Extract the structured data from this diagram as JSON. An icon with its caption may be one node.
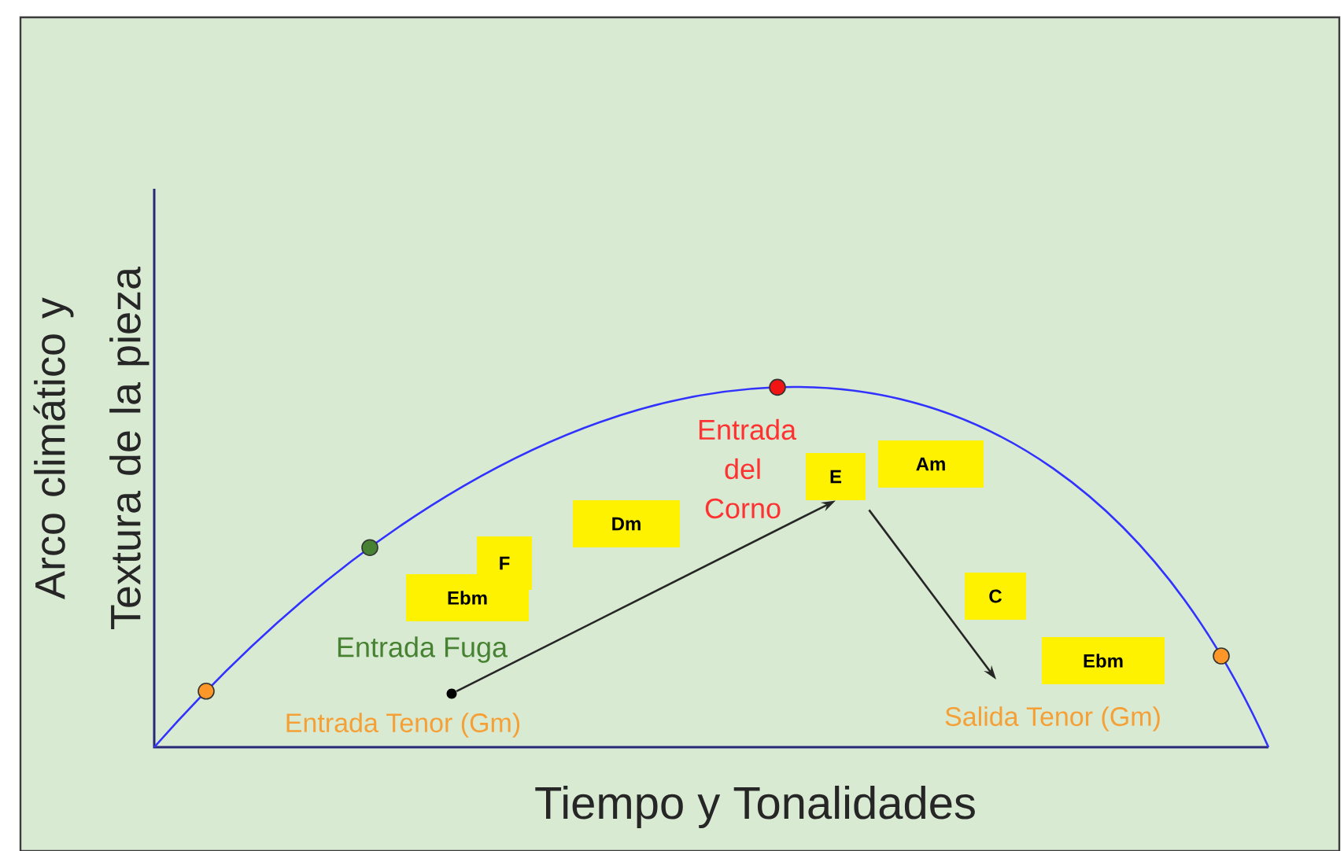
{
  "diagram": {
    "nodes": [
      {
        "text": [
          "F"
        ]
      },
      {
        "text": [
          "Ebm"
        ]
      },
      {
        "text": [
          "Dm"
        ]
      },
      {
        "text": [
          "E"
        ]
      },
      {
        "text": [
          "Am"
        ]
      },
      {
        "text": [
          "C"
        ]
      },
      {
        "text": [
          "Ebm"
        ]
      },
      {
        "text": [],
        "shape": "circle"
      }
    ],
    "edges": [
      {
        "from": 7,
        "to": 3,
        "arrow": "to"
      },
      {
        "from": 3,
        "to": null,
        "arrow": "to"
      }
    ],
    "labels": [
      "Arco climático y Textura de la pieza",
      "Entrada del Corno",
      "Entrada Fuga",
      "Entrada Tenor (Gm)",
      "Salida Tenor (Gm)",
      "Tiempo y Tonalidades"
    ]
  }
}
